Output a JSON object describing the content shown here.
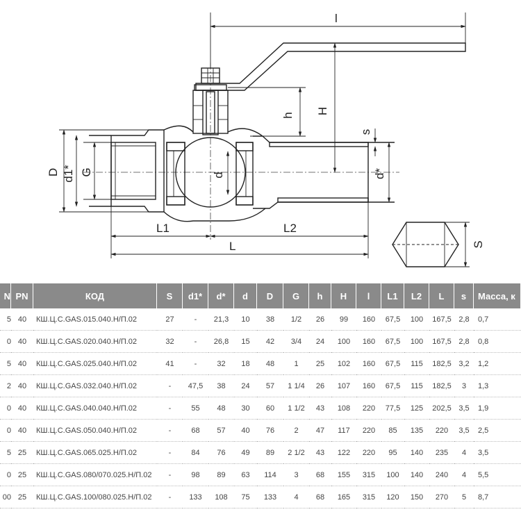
{
  "drawing": {
    "dims": {
      "l": "l",
      "H": "H",
      "h": "h",
      "s_top": "s",
      "D": "D",
      "d1": "d1*",
      "G": "G",
      "d": "d",
      "d_star": "d*",
      "L1": "L1",
      "L2": "L2",
      "L": "L",
      "S": "S"
    }
  },
  "table": {
    "headers": [
      "N",
      "PN",
      "КОД",
      "S",
      "d1*",
      "d*",
      "d",
      "D",
      "G",
      "h",
      "H",
      "l",
      "L1",
      "L2",
      "L",
      "s",
      "Масса, к"
    ],
    "rows": [
      [
        "5",
        "40",
        "КШ.Ц.С.GAS.015.040.Н/П.02",
        "27",
        "-",
        "21,3",
        "10",
        "38",
        "1/2",
        "26",
        "99",
        "160",
        "67,5",
        "100",
        "167,5",
        "2,8",
        "0,7"
      ],
      [
        "0",
        "40",
        "КШ.Ц.С.GAS.020.040.Н/П.02",
        "32",
        "-",
        "26,8",
        "15",
        "42",
        "3/4",
        "24",
        "100",
        "160",
        "67,5",
        "100",
        "167,5",
        "2,8",
        "0,8"
      ],
      [
        "5",
        "40",
        "КШ.Ц.С.GAS.025.040.Н/П.02",
        "41",
        "-",
        "32",
        "18",
        "48",
        "1",
        "25",
        "102",
        "160",
        "67,5",
        "115",
        "182,5",
        "3,2",
        "1,2"
      ],
      [
        "2",
        "40",
        "КШ.Ц.С.GAS.032.040.Н/П.02",
        "-",
        "47,5",
        "38",
        "24",
        "57",
        "1 1/4",
        "26",
        "107",
        "160",
        "67,5",
        "115",
        "182,5",
        "3",
        "1,3"
      ],
      [
        "0",
        "40",
        "КШ.Ц.С.GAS.040.040.Н/П.02",
        "-",
        "55",
        "48",
        "30",
        "60",
        "1 1/2",
        "43",
        "108",
        "220",
        "77,5",
        "125",
        "202,5",
        "3,5",
        "1,9"
      ],
      [
        "0",
        "40",
        "КШ.Ц.С.GAS.050.040.Н/П.02",
        "-",
        "68",
        "57",
        "40",
        "76",
        "2",
        "47",
        "117",
        "220",
        "85",
        "135",
        "220",
        "3,5",
        "2,5"
      ],
      [
        "5",
        "25",
        "КШ.Ц.С.GAS.065.025.Н/П.02",
        "-",
        "84",
        "76",
        "49",
        "89",
        "2 1/2",
        "43",
        "122",
        "220",
        "95",
        "140",
        "235",
        "4",
        "3,5"
      ],
      [
        "0",
        "25",
        "КШ.Ц.С.GAS.080/070.025.Н/П.02",
        "-",
        "98",
        "89",
        "63",
        "114",
        "3",
        "68",
        "155",
        "315",
        "100",
        "140",
        "240",
        "4",
        "5,5"
      ],
      [
        "00",
        "25",
        "КШ.Ц.С.GAS.100/080.025.Н/П.02",
        "-",
        "133",
        "108",
        "75",
        "133",
        "4",
        "68",
        "165",
        "315",
        "120",
        "150",
        "270",
        "5",
        "8,7"
      ]
    ]
  }
}
